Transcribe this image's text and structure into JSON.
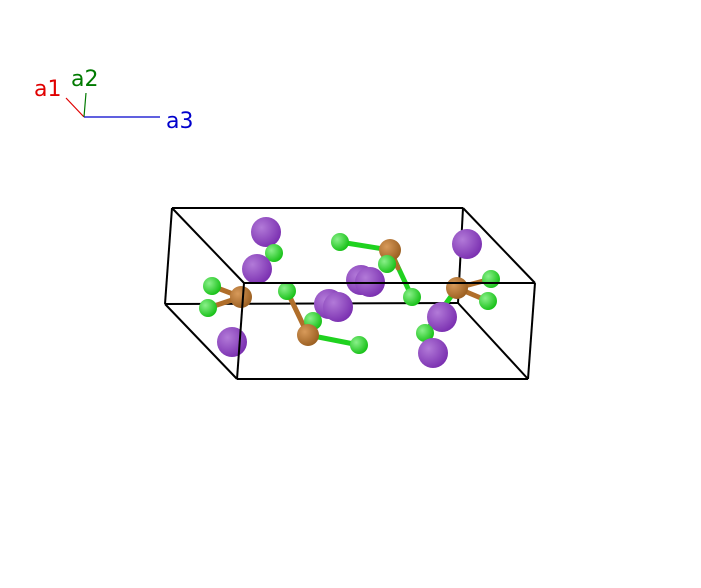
{
  "axes": {
    "a1": {
      "label": "a1",
      "color": "#e00000"
    },
    "a2": {
      "label": "a2",
      "color": "#007a00"
    },
    "a3": {
      "label": "a3",
      "color": "#0000cc"
    }
  },
  "colors": {
    "cell_edge": "#000000",
    "atom_purple": "#8a3cc0",
    "atom_purple_highlight": "#b27ad8",
    "atom_bronze": "#b06e2a",
    "atom_bronze_highlight": "#d89a5a",
    "atom_green": "#1fd21f",
    "atom_green_highlight": "#8af08a",
    "bond_bronze": "#b06e2a",
    "bond_green": "#1fd21f"
  }
}
